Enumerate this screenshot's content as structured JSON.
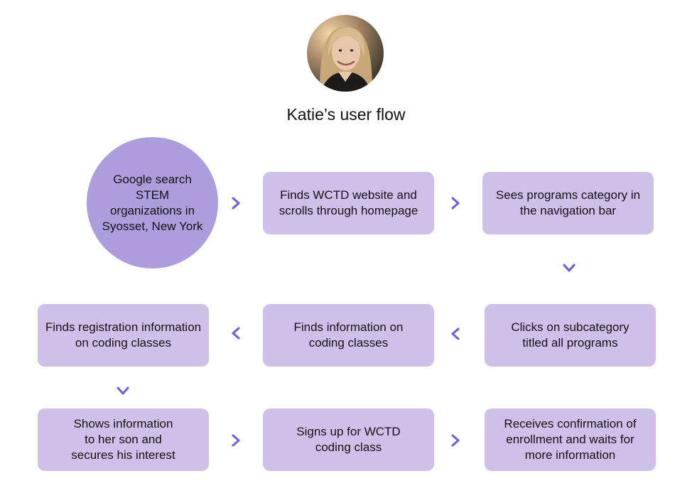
{
  "title": "Katie’s user flow",
  "accent_color": "#6a5cf0",
  "node_color": "#cfc0ea",
  "start_node_color": "#ad9ddc",
  "avatar_icon": "user-portrait",
  "steps": [
    {
      "text": "Google search\nSTEM\norganizations in\nSyosset, New York"
    },
    {
      "text": "Finds WCTD website and\nscrolls through homepage"
    },
    {
      "text": "Sees programs category in\nthe navigation bar"
    },
    {
      "text": "Clicks on subcategory\ntitled all programs"
    },
    {
      "text": "Finds information on\ncoding classes"
    },
    {
      "text": "Finds registration information\non coding classes"
    },
    {
      "text": "Shows information\nto her son and\nsecures his interest"
    },
    {
      "text": "Signs up for WCTD\ncoding class"
    },
    {
      "text": "Receives confirmation of\nenrollment and waits for\nmore information"
    }
  ],
  "arrows": [
    "chevron-right",
    "chevron-right",
    "chevron-down",
    "chevron-left",
    "chevron-left",
    "chevron-down",
    "chevron-right",
    "chevron-right"
  ]
}
